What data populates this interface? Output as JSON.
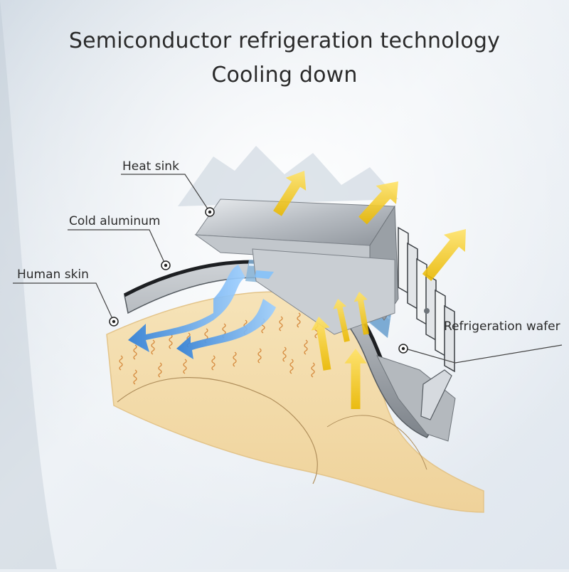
{
  "title": {
    "line1": "Semiconductor refrigeration technology",
    "line2": "Cooling down"
  },
  "labels": {
    "heat_sink": "Heat sink",
    "cold_aluminum": "Cold aluminum",
    "human_skin": "Human skin",
    "refrigeration_wafer": "Refrigeration wafer"
  },
  "colors": {
    "heat_arrow": "#f2c400",
    "cool_arrow": "#3f8fe0",
    "skin": "#f3dcaa",
    "metal": "#b9bec4",
    "nerve_lines": "#d58a3e"
  }
}
